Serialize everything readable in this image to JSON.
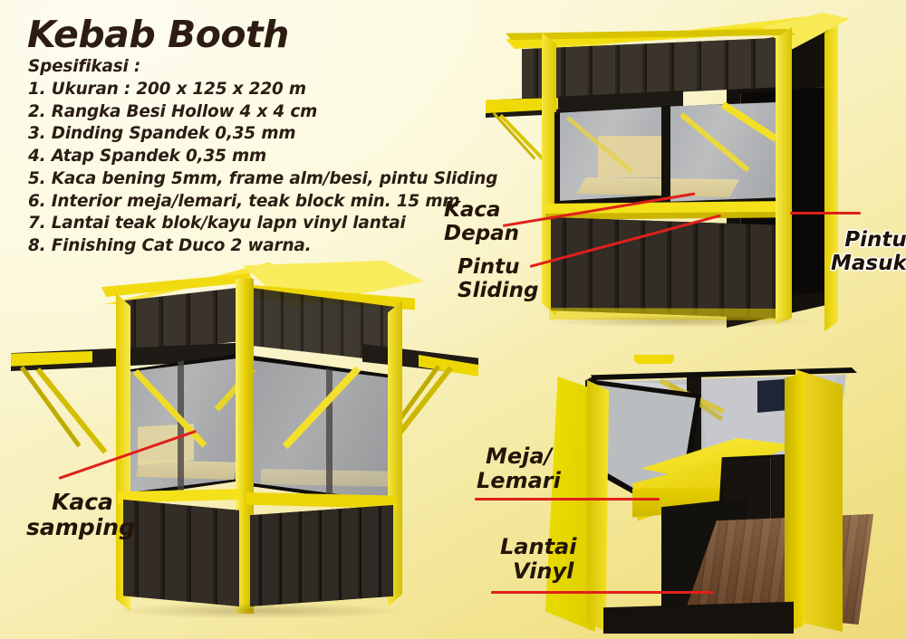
{
  "poster": {
    "title": "Kebab Booth",
    "spec_heading": "Spesifikasi :",
    "specs": [
      "1. Ukuran : 200 x 125 x 220 m",
      "2. Rangka Besi Hollow 4 x 4 cm",
      "3. Dinding Spandek 0,35 mm",
      "4. Atap Spandek 0,35 mm",
      "5. Kaca bening 5mm, frame alm/besi, pintu Sliding",
      "6. Interior meja/lemari, teak block min. 15 mm",
      "7. Lantai teak blok/kayu lapn vinyl lantai",
      "8. Finishing Cat Duco 2 warna."
    ]
  },
  "callouts": {
    "kaca_depan_line1": "Kaca",
    "kaca_depan_line2": "Depan",
    "pintu_sliding_line1": "Pintu",
    "pintu_sliding_line2": "Sliding",
    "pintu_masuk_line1": "Pintu",
    "pintu_masuk_line2": "Masuk",
    "kaca_samping_line1": "Kaca",
    "kaca_samping_line2": "samping",
    "meja_lemari_line1": "Meja/",
    "meja_lemari_line2": "Lemari",
    "lantai_vinyl_line1": "Lantai",
    "lantai_vinyl_line2": "Vinyl"
  },
  "colors": {
    "frame_yellow": "#f2dc00",
    "panel_dark": "#2a251f",
    "leader_red": "#e0201a",
    "text_brown": "#2b1d14",
    "bg_cream": "#fbf9e2",
    "bg_yellow": "#edda79",
    "glass_gray": "#bcbfc3",
    "floor_wood": "#6b4326"
  },
  "views": {
    "front": "booth-front-perspective",
    "corner": "booth-corner-perspective",
    "interior": "booth-interior-view"
  }
}
